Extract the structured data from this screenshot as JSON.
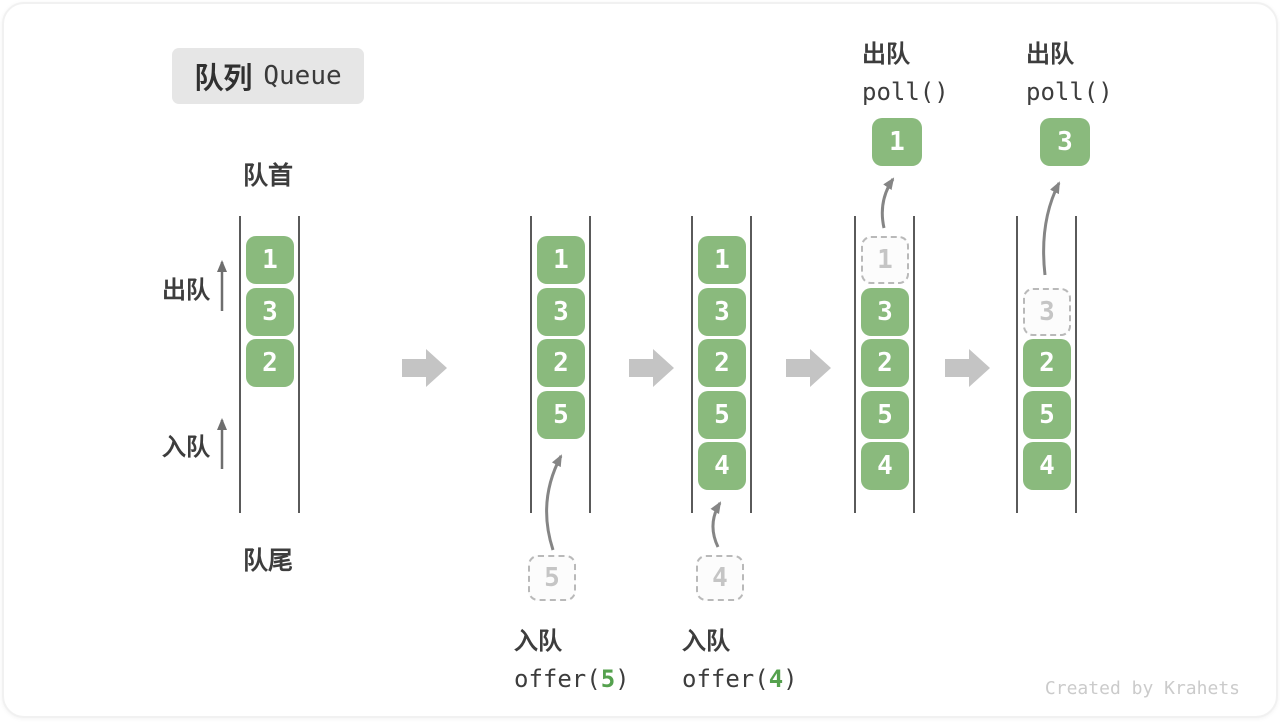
{
  "diagram": {
    "title": {
      "zh": "队列",
      "en": "Queue"
    },
    "front_label": "队首",
    "rear_label": "队尾",
    "side": {
      "dequeue": "出队",
      "enqueue": "入队"
    },
    "watermark": "Created by Krahets"
  },
  "colors": {
    "box_green": "#8aba7d",
    "code_green": "#55a14e",
    "ghost_border": "#b9b9b9",
    "ghost_text": "#c5c5c5",
    "title_bg": "#e6e6e6",
    "wall_gray": "#5a5a5a",
    "block_arrow": "#c4c4c4",
    "thin_arrow": "#6e6e6e",
    "watermark": "#cbcbcb"
  },
  "states": [
    {
      "name": "state-initial",
      "cells": [
        {
          "slot": 0,
          "value": "1",
          "type": "filled"
        },
        {
          "slot": 1,
          "value": "3",
          "type": "filled"
        },
        {
          "slot": 2,
          "value": "2",
          "type": "filled"
        }
      ]
    },
    {
      "name": "state-after-offer-5",
      "cells": [
        {
          "slot": 0,
          "value": "1",
          "type": "filled"
        },
        {
          "slot": 1,
          "value": "3",
          "type": "filled"
        },
        {
          "slot": 2,
          "value": "2",
          "type": "filled"
        },
        {
          "slot": 3,
          "value": "5",
          "type": "filled"
        }
      ]
    },
    {
      "name": "state-after-offer-4",
      "cells": [
        {
          "slot": 0,
          "value": "1",
          "type": "filled"
        },
        {
          "slot": 1,
          "value": "3",
          "type": "filled"
        },
        {
          "slot": 2,
          "value": "2",
          "type": "filled"
        },
        {
          "slot": 3,
          "value": "5",
          "type": "filled"
        },
        {
          "slot": 4,
          "value": "4",
          "type": "filled"
        }
      ]
    },
    {
      "name": "state-after-poll-1",
      "cells": [
        {
          "slot": 0,
          "value": "1",
          "type": "ghost"
        },
        {
          "slot": 1,
          "value": "3",
          "type": "filled"
        },
        {
          "slot": 2,
          "value": "2",
          "type": "filled"
        },
        {
          "slot": 3,
          "value": "5",
          "type": "filled"
        },
        {
          "slot": 4,
          "value": "4",
          "type": "filled"
        }
      ]
    },
    {
      "name": "state-after-poll-3",
      "cells": [
        {
          "slot": 1,
          "value": "3",
          "type": "ghost"
        },
        {
          "slot": 2,
          "value": "2",
          "type": "filled"
        },
        {
          "slot": 3,
          "value": "5",
          "type": "filled"
        },
        {
          "slot": 4,
          "value": "4",
          "type": "filled"
        }
      ]
    }
  ],
  "ops": {
    "enqueue": [
      {
        "label": "入队",
        "code_pre": "offer(",
        "arg": "5",
        "code_post": ")",
        "staged": "5"
      },
      {
        "label": "入队",
        "code_pre": "offer(",
        "arg": "4",
        "code_post": ")",
        "staged": "4"
      }
    ],
    "dequeue": [
      {
        "label": "出队",
        "code": "poll()",
        "result": "1"
      },
      {
        "label": "出队",
        "code": "poll()",
        "result": "3"
      }
    ]
  }
}
